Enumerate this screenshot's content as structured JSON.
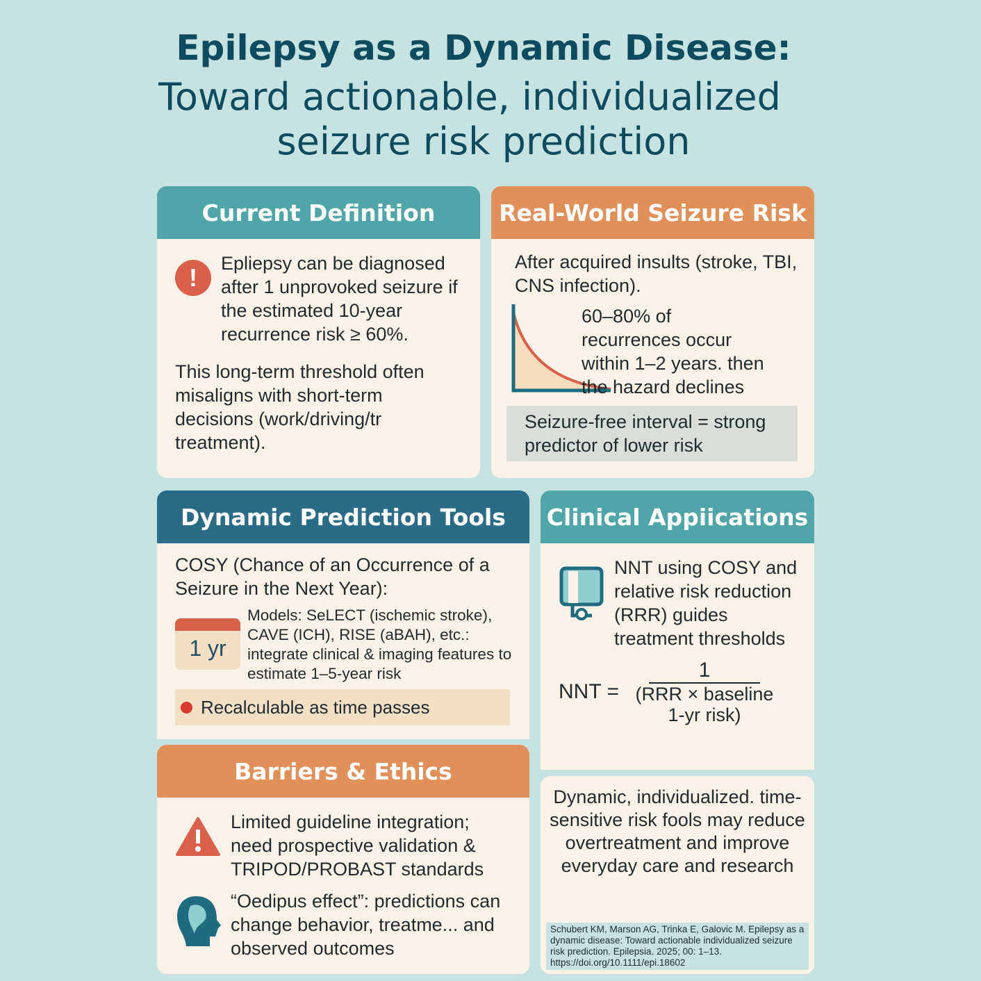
{
  "title": {
    "line1": "Epilepsy as a Dynamic Disease:",
    "line2": "Toward actionable, individualized",
    "line3": "seizure risk prediction"
  },
  "current_definition": {
    "heading": "Current Definition",
    "alert": "Epliepsy can be diagnosed after 1 unprovoked seizure if the estimated 10-year recurrence risk ≥ 60%.",
    "note": "This long-term threshold often misaligns with short-term decisions (work/driving/tr treatment)."
  },
  "real_world": {
    "heading": "Real-World Seizure Risk",
    "intro": "After acquired insults (stroke, TBI, CNS infection).",
    "curve_text": "60–80% of recurrences occur within 1–2 years. then the hazard declines",
    "highlight": "Seizure-free interval = strong predictor of lower risk"
  },
  "dynamic_tools": {
    "heading": "Dynamic Prediction Tools",
    "cosy": "COSY (Chance of an Occurrence of a Seizure in the Next Year):",
    "calendar_label": "1 yr",
    "models": "Models: SeLECT (ischemic stroke), CAVE (ICH), RISE (aBAH), etc.: integrate clinical & imaging features to estimate 1–5-year risk",
    "recalc": "Recalculable as time passes"
  },
  "clinical": {
    "heading": "Clinical Appiications",
    "text": "NNT using COSY and relative risk reduction (RRR) guides treatment thresholds",
    "nnt_label": "NNT =",
    "numerator": "1",
    "denominator": "(RRR × baseline 1-yr risk)"
  },
  "barriers": {
    "heading": "Barriers & Ethics",
    "item1": "Limited guideline integration; need prospective validation & TRIPOD/PROBAST standards",
    "item2": "“Oedipus effect”: predictions can change behavior, treatme... and observed outcomes"
  },
  "conclusion": {
    "text": "Dynamic, individualized. time-sensitive risk fools may reduce overtreatment and improve everyday care and research",
    "citation": "Schubert KM, Marson AG, Trinka E, Galovic M. Epilepsy as a dynamic disease: Toward actionable individualized seizure risk prediction. Epilepsia. 2025; 00: 1–13. https://doi.org/10.1111/epi.18602"
  },
  "colors": {
    "teal": "#4fa5a7",
    "orange": "#e1905a",
    "dark_teal": "#2a6c86",
    "alert_red": "#d9604b"
  }
}
